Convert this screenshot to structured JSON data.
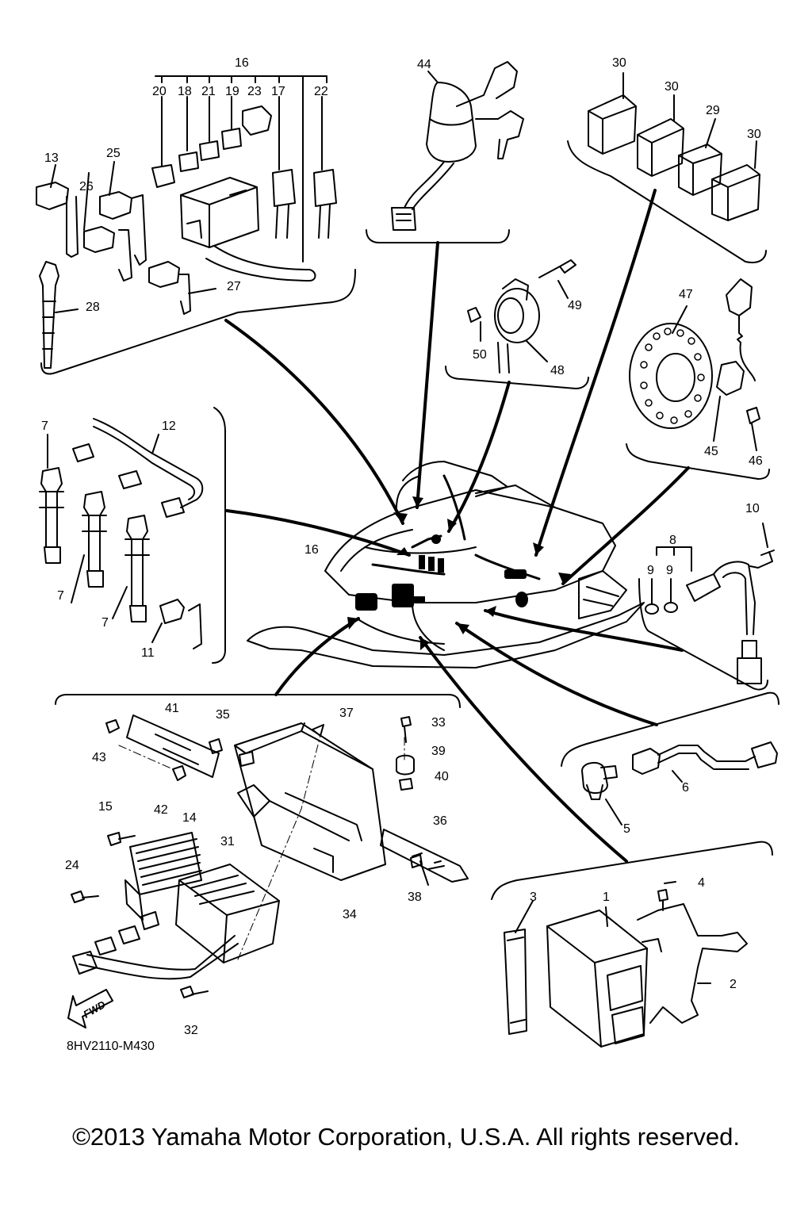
{
  "diagram": {
    "code": "8HV2110-M430",
    "fwd": "FWD",
    "copyright": "©2013 Yamaha Motor Corporation, U.S.A. All rights reserved.",
    "callouts": {
      "c16top": "16",
      "c20": "20",
      "c18": "18",
      "c21": "21",
      "c19": "19",
      "c23": "23",
      "c17": "17",
      "c22": "22",
      "c13": "13",
      "c25": "25",
      "c26": "26",
      "c27": "27",
      "c28": "28",
      "c44": "44",
      "c30a": "30",
      "c30b": "30",
      "c29": "29",
      "c30c": "30",
      "c49": "49",
      "c50": "50",
      "c48": "48",
      "c47": "47",
      "c45": "45",
      "c46": "46",
      "c7a": "7",
      "c12": "12",
      "c7b": "7",
      "c7c": "7",
      "c11": "11",
      "c16mid": "16",
      "c10": "10",
      "c8": "8",
      "c9a": "9",
      "c9b": "9",
      "c41": "41",
      "c35": "35",
      "c37": "37",
      "c33": "33",
      "c39": "39",
      "c40": "40",
      "c43": "43",
      "c42": "42",
      "c15": "15",
      "c14": "14",
      "c31": "31",
      "c36": "36",
      "c24": "24",
      "c38": "38",
      "c34": "34",
      "c32": "32",
      "c6": "6",
      "c5": "5",
      "c3": "3",
      "c1": "1",
      "c4": "4",
      "c2": "2"
    }
  }
}
